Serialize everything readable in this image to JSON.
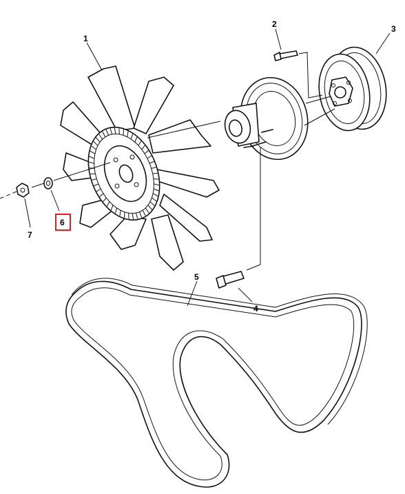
{
  "callouts": {
    "c1": "1",
    "c2": "2",
    "c3": "3",
    "c4": "4",
    "c5": "5",
    "c6": "6",
    "c7": "7"
  },
  "highlight": {
    "target": "6",
    "color": "#e0201f"
  }
}
